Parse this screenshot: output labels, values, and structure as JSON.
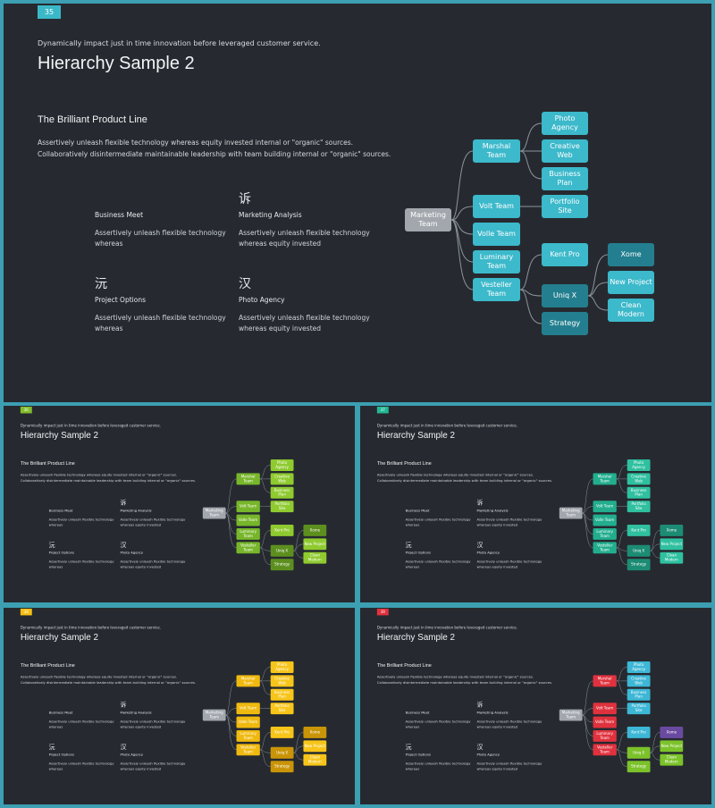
{
  "slide": {
    "tagline": "Dynamically impact just in time innovation  before leveraged customer service.",
    "title": "Hierarchy Sample 2",
    "subheading": "The Brilliant  Product  Line",
    "description_lines": [
      "Assertively unleash flexible technology whereas equity invested internal or \"organic\" sources.",
      "Collaboratively disintermediate maintainable leadership with team building internal or \"organic\" sources."
    ],
    "features": [
      {
        "icon": "",
        "title": "Business Meet",
        "text": "Assertively unleash flexible technology whereas"
      },
      {
        "icon": "诉",
        "title": "Marketing Analysis",
        "text": "Assertively unleash flexible technology whereas equity invested"
      },
      {
        "icon": "沅",
        "title": "Project Options",
        "text": "Assertively unleash flexible technology whereas"
      },
      {
        "icon": "汉",
        "title": "Photo Agency",
        "text": "Assertively unleash flexible technology whereas equity invested"
      }
    ],
    "tree": {
      "root": "Marketing Team",
      "nodes": [
        "Marshal Team",
        "Volt Team",
        "Volle Team",
        "Luminary Team",
        "Vesteller Team",
        "Photo Agency",
        "Creative Web",
        "Business Plan",
        "Portfolio Site",
        "Kent Pro",
        "Uniq X",
        "Strategy",
        "Xome",
        "New Project",
        "Clean Modern"
      ]
    }
  },
  "variants": [
    {
      "page_number": "35",
      "accent": "#3bb8c8"
    },
    {
      "page_number": "36",
      "accent": "#82bd2c"
    },
    {
      "page_number": "37",
      "accent": "#23b895"
    },
    {
      "page_number": "38",
      "accent": "#f5bf14"
    },
    {
      "page_number": "39",
      "accent": "#e0323e"
    }
  ],
  "colors": {
    "background": "#262a30",
    "frame": "#3c9fb2",
    "root_node": "#a1a7ad",
    "text": "#e7ebee"
  }
}
